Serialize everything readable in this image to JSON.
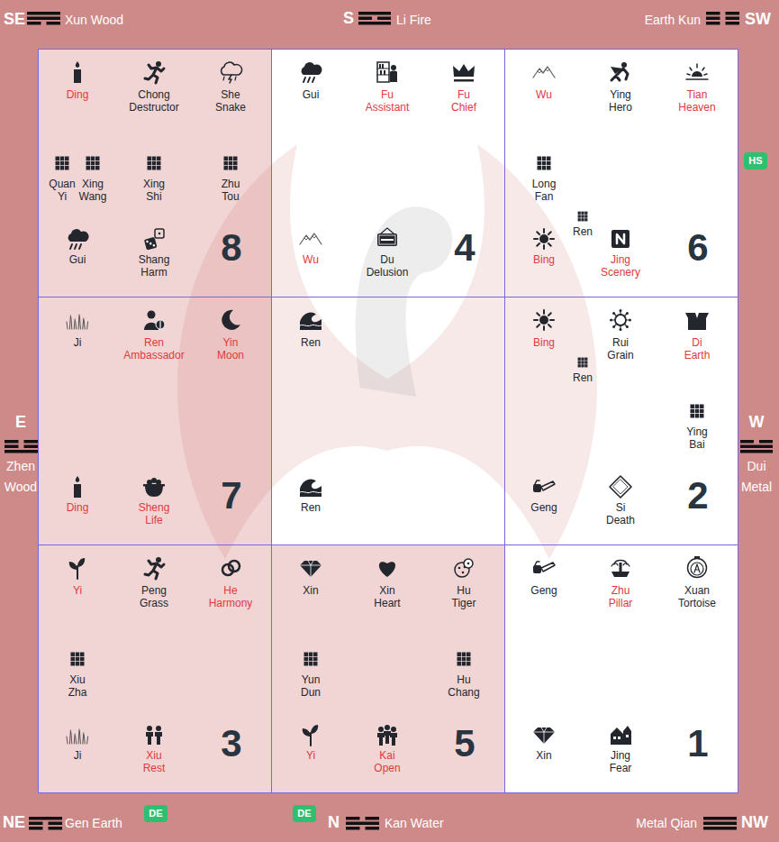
{
  "diagram": {
    "nodes": [
      {
        "text": [
          "Ding",
          "Chong Destructor",
          "She Snake",
          "Quan Yi",
          "Xing Wang",
          "Xing Shi",
          "Zhu Tou",
          "Gui",
          "Shang Harm",
          "8"
        ]
      },
      {
        "text": [
          "Gui",
          "Fu Assistant",
          "Fu Chief",
          "Wu",
          "Du Delusion",
          "4"
        ]
      },
      {
        "text": [
          "Wu",
          "Ying Hero",
          "Tian Heaven",
          "Long Fan",
          "Ren",
          "Bing",
          "Jing Scenery",
          "6"
        ]
      },
      {
        "text": [
          "Ji",
          "Ren Ambassador",
          "Yin Moon",
          "Ding",
          "Sheng Life",
          "7"
        ]
      },
      {
        "text": [
          "Ren",
          "Ren"
        ]
      },
      {
        "text": [
          "Bing",
          "Rui Grain",
          "Di Earth",
          "Ren",
          "Ying Bai",
          "Geng",
          "Si Death",
          "2"
        ]
      },
      {
        "text": [
          "Yi",
          "Peng Grass",
          "He Harmony",
          "Xiu Zha",
          "Ji",
          "Xiu Rest",
          "3"
        ]
      },
      {
        "text": [
          "Xin",
          "Xin Heart",
          "Hu Tiger",
          "Yun Dun",
          "Hu Chang",
          "Yi",
          "Kai Open",
          "5"
        ]
      },
      {
        "text": [
          "Geng",
          "Zhu Pillar",
          "Xuan Tortoise",
          "Xin",
          "Jing Fear",
          "1"
        ]
      },
      {
        "text": [
          "HS"
        ]
      },
      {
        "text": [
          "DE"
        ]
      },
      {
        "text": [
          "DE"
        ]
      }
    ],
    "labels": [
      "SE",
      "Xun Wood",
      "S",
      "Li Fire",
      "Earth Kun",
      "SW",
      "E",
      "Zhen",
      "Wood",
      "W",
      "Dui",
      "Metal",
      "NE",
      "Gen Earth",
      "N",
      "Kan Water",
      "Metal Qian",
      "NW"
    ]
  }
}
